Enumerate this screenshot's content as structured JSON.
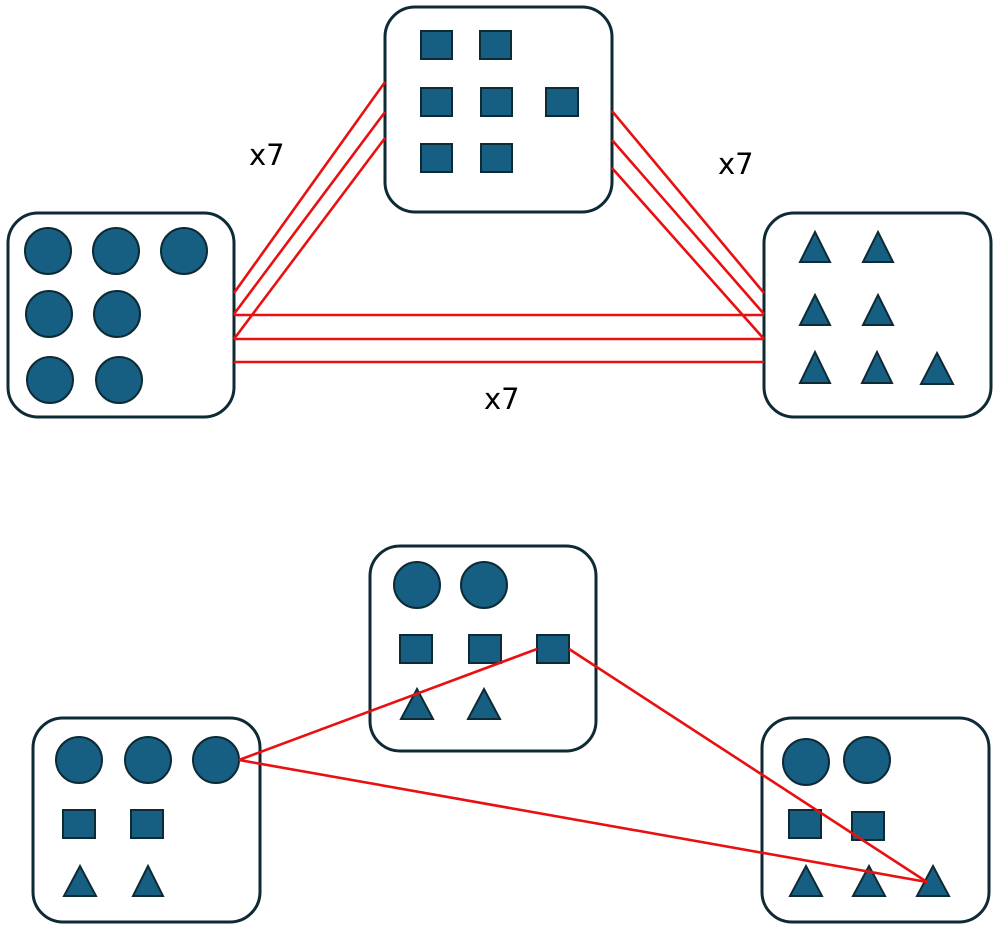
{
  "colors": {
    "shape_fill": "#165e82",
    "outline": "#0d2a35",
    "connection": "#e81010",
    "box_fill": "#ffffff"
  },
  "top_diagram": {
    "labels": {
      "left_to_top": "x7",
      "top_to_right": "x7",
      "left_to_right": "x7"
    },
    "groups": [
      {
        "name": "circles-group",
        "shape": "circle-icon",
        "count": 7
      },
      {
        "name": "squares-group",
        "shape": "square-icon",
        "count": 7
      },
      {
        "name": "triangles-group",
        "shape": "triangle-icon",
        "count": 7
      }
    ],
    "connections_per_pair": 3
  },
  "bottom_diagram": {
    "groups": [
      {
        "name": "mixed-group-left",
        "circles": 3,
        "squares": 2,
        "triangles": 2
      },
      {
        "name": "mixed-group-middle",
        "circles": 2,
        "squares": 3,
        "triangles": 2
      },
      {
        "name": "mixed-group-right",
        "circles": 2,
        "squares": 2,
        "triangles": 3
      }
    ],
    "connections": 3
  }
}
